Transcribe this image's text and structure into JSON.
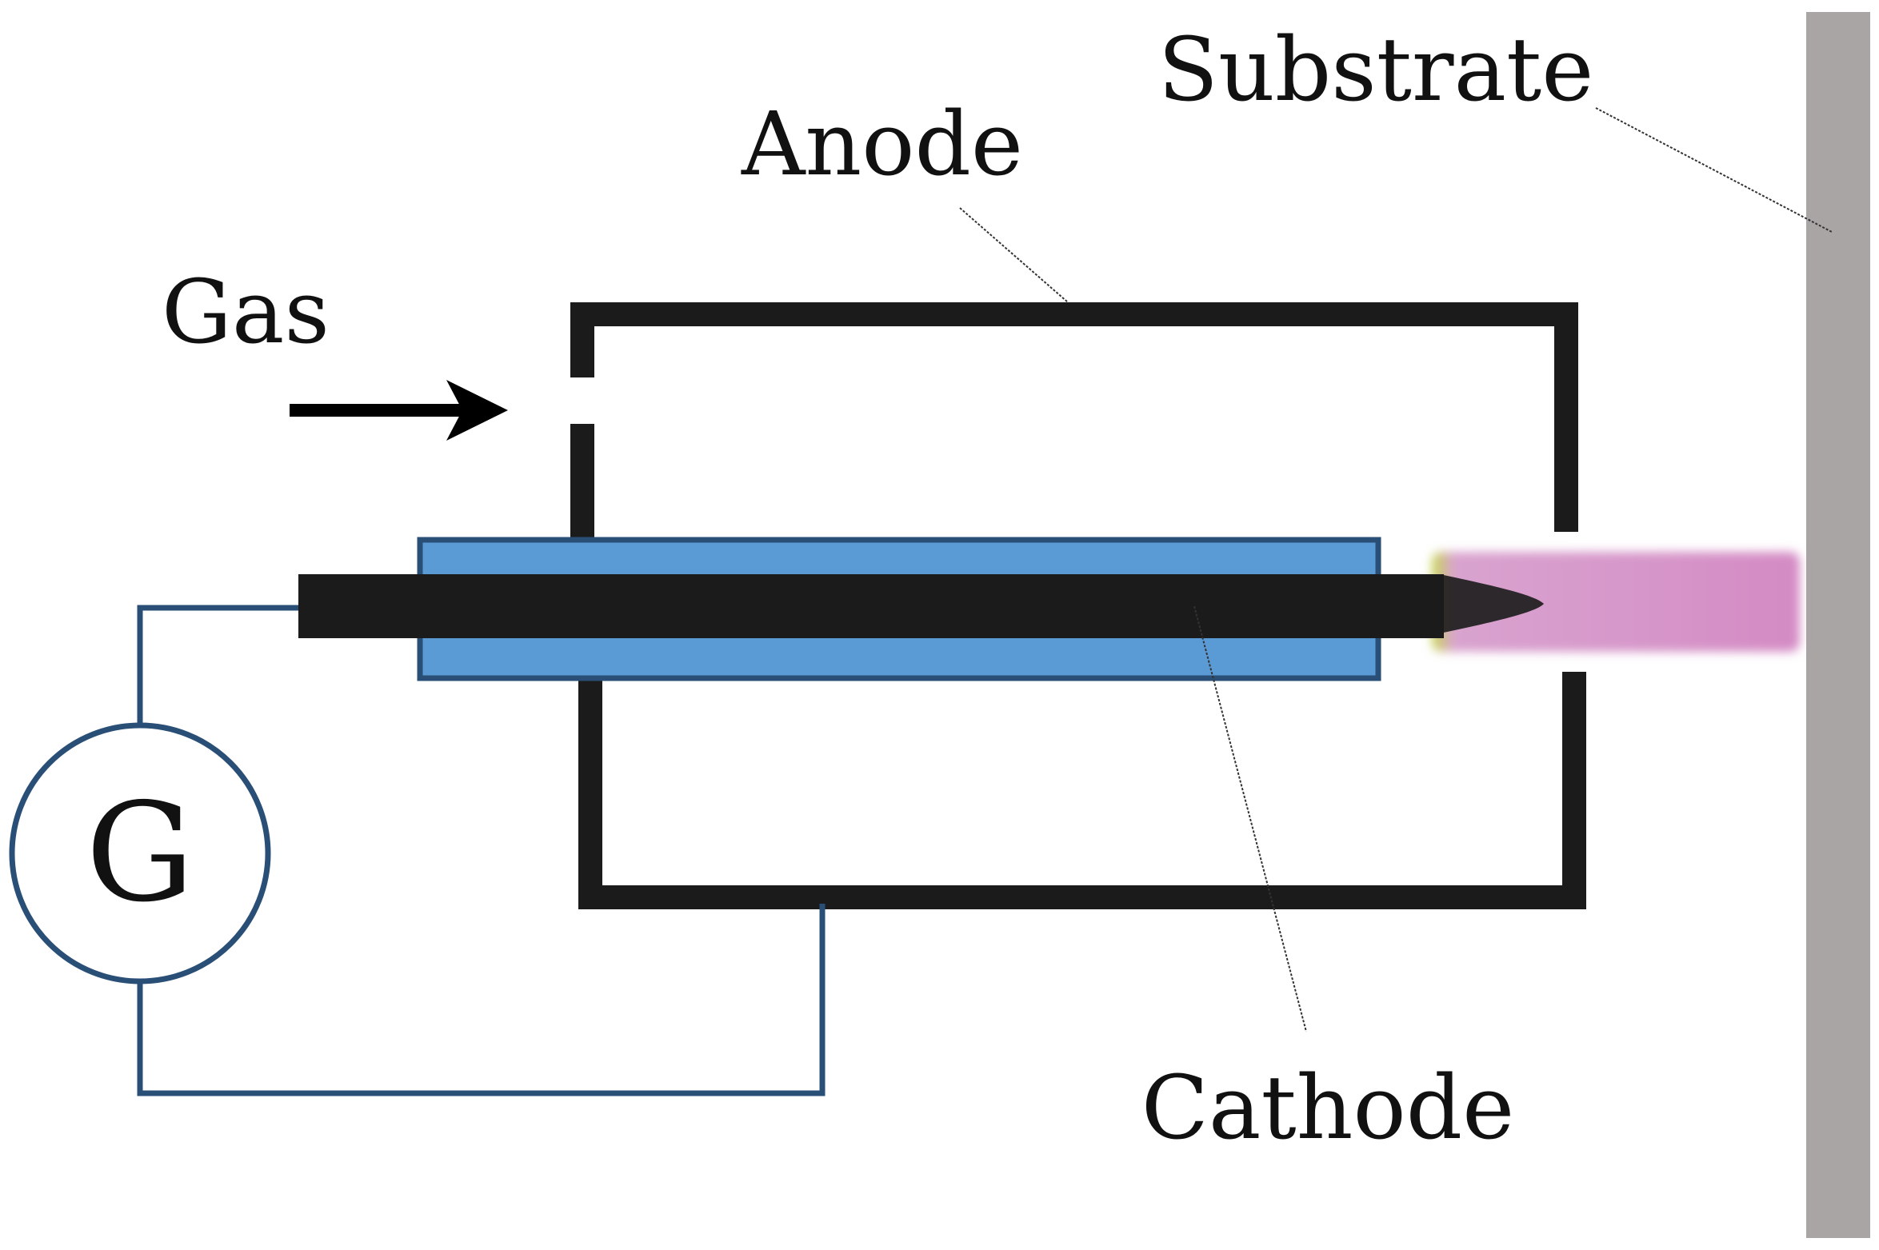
{
  "labels": {
    "substrate": "Substrate",
    "anode": "Anode",
    "gas": "Gas",
    "cathode": "Cathode",
    "generator": "G"
  },
  "colors": {
    "background": "#ffffff",
    "anode": "#1b1b1b",
    "cathode": "#1b1b1b",
    "insulator_fill": "#5b9bd5",
    "insulator_border": "#2a4f77",
    "wire": "#2a4f77",
    "substrate": "#a9a5a5",
    "plasma": "#d48bc4",
    "plasma_tip": "#c6d84a",
    "text": "#111111"
  },
  "icons": {
    "gas_flow": "right-arrow-icon",
    "generator": "generator-circle-icon"
  }
}
